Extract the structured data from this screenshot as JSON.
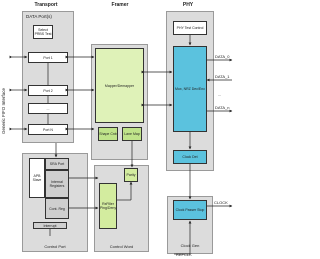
{
  "columns": {
    "transport": "Transport",
    "framer": "Framer",
    "phy": "PHY"
  },
  "side_label": "Generic FIFO Interface",
  "transport": {
    "data_ports_label": "DATA Port(s)",
    "select_prbs_test": "Select PRBS Test",
    "ports": [
      "Port 1",
      "Port 2",
      "...",
      "Port N"
    ]
  },
  "framer": {
    "mapper_label": "Mapper/Demapper",
    "shape_cnb": "Shape Cnb",
    "lane_map": "Lane Map"
  },
  "phy": {
    "test_control": "PHY Test Control",
    "mux_label": "Mux, NRZ Dec/Enc",
    "clock_det": "Clock Det"
  },
  "outputs": [
    "DATA_0",
    "DATA_1",
    "...",
    "DATA_n"
  ],
  "control_port": {
    "title": "Control Port",
    "apb_slave": "APB Slave",
    "sra_port": "SRA Port",
    "internal_registers": "Internal Registers",
    "cont_reg": "Cont. Reg",
    "interrupt": "Interrupt"
  },
  "control_word": {
    "title": "Control Word",
    "rxfiller": "RxFiller Ping/Deny",
    "parity": "Parity"
  },
  "clock_gen": {
    "title": "Clock Gen",
    "clock_passer_stop": "Clock Passer Stop",
    "clock_label": "CLOCK",
    "refclk_label": "REFCLK"
  }
}
